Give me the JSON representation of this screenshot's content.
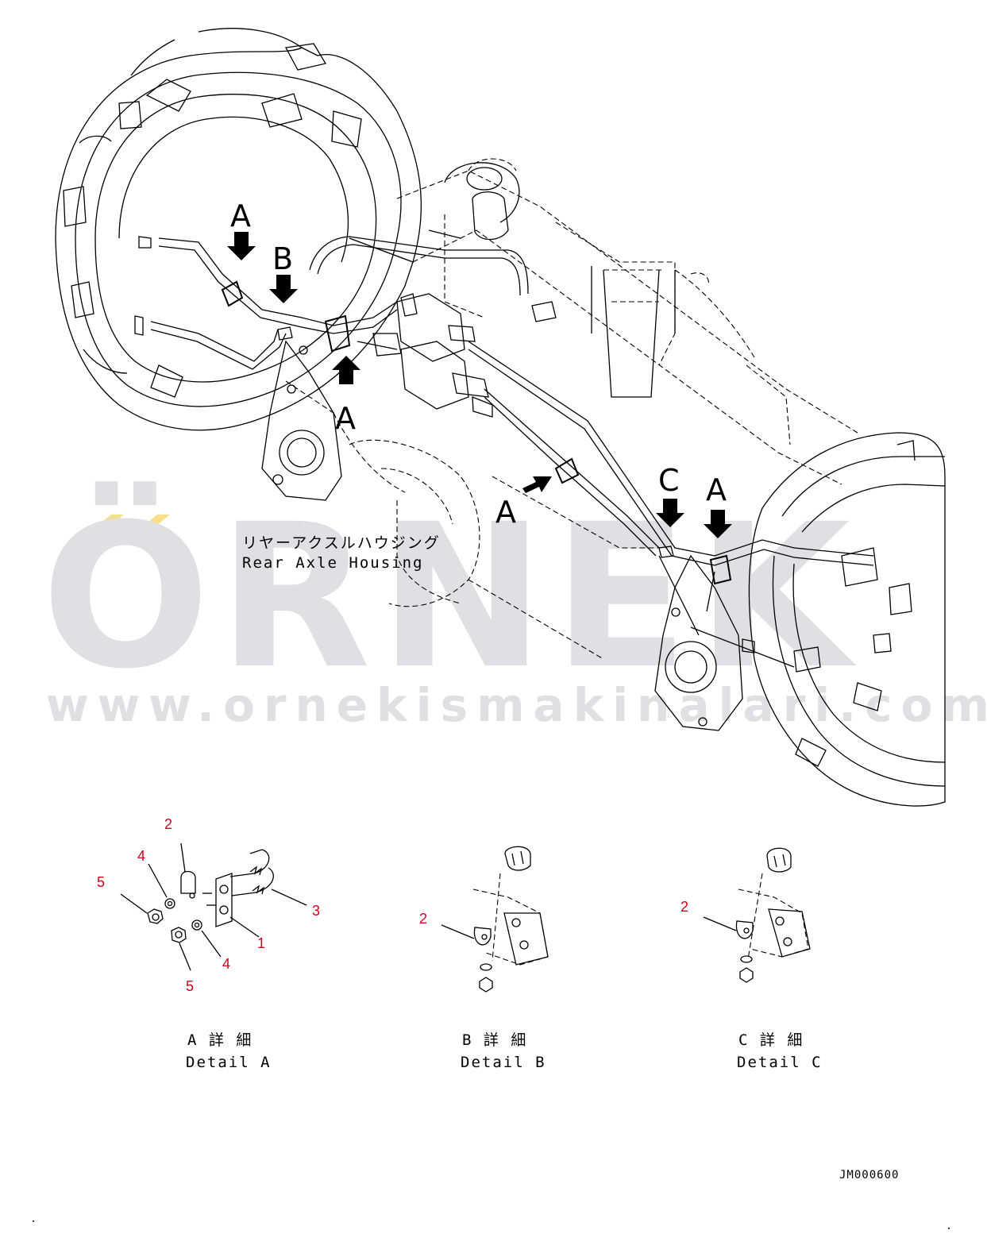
{
  "watermark": {
    "brand": "ÖRNEK",
    "url": "www.ornekismakinalari.com.tr",
    "accent_color": "#f7e08c",
    "text_color": "#e1dfe4"
  },
  "callouts": {
    "a1": "A",
    "b1": "B",
    "a2": "A",
    "a3": "A",
    "c1": "C",
    "a4": "A"
  },
  "housing_label": {
    "jp": "リヤーアクスルハウジング",
    "en": "Rear Axle Housing"
  },
  "details": [
    {
      "jp": "A 詳 細",
      "en": "Detail A"
    },
    {
      "jp": "B 詳 細",
      "en": "Detail B"
    },
    {
      "jp": "C 詳 細",
      "en": "Detail C"
    }
  ],
  "part_numbers": {
    "a_2": "2",
    "a_4_top": "4",
    "a_5_top": "5",
    "a_3": "3",
    "a_1": "1",
    "a_4_bottom": "4",
    "a_5_bottom": "5",
    "b_2": "2",
    "c_2": "2"
  },
  "drawing_code": "JM000600",
  "colors": {
    "part_number": "#d0021b",
    "line": "#000000"
  }
}
